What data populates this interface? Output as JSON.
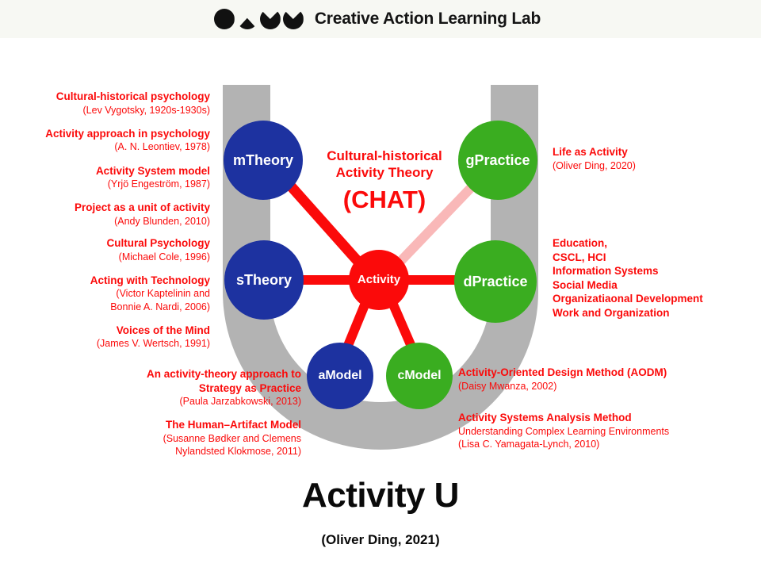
{
  "header": {
    "logo_icon": "call-logo-icon",
    "brand_title": "Creative Action Learning Lab"
  },
  "diagram": {
    "center_label": {
      "line1": "Cultural-historical",
      "line2": "Activity Theory",
      "acronym": "(CHAT)"
    },
    "nodes": [
      {
        "id": "mTheory",
        "label": "mTheory",
        "color": "#1d32a0"
      },
      {
        "id": "gPractice",
        "label": "gPractice",
        "color": "#3aad20"
      },
      {
        "id": "sTheory",
        "label": "sTheory",
        "color": "#1d32a0"
      },
      {
        "id": "dPractice",
        "label": "dPractice",
        "color": "#3aad20"
      },
      {
        "id": "Activity",
        "label": "Activity",
        "color": "#fb0a0a"
      },
      {
        "id": "aModel",
        "label": "aModel",
        "color": "#1d32a0"
      },
      {
        "id": "cModel",
        "label": "cModel",
        "color": "#3aad20"
      }
    ],
    "u_shape_color": "#b3b3b3",
    "connector_color": "#fb0a0a",
    "faded_connector_color": "#f9b8b8"
  },
  "notes": {
    "left_top": [
      {
        "title": "Cultural-historical psychology",
        "source": "(Lev Vygotsky, 1920s-1930s)"
      },
      {
        "title": "Activity approach in psychology",
        "source": "(A. N. Leontiev, 1978)"
      },
      {
        "title": "Activity System model",
        "source": "(Yrjö Engeström, 1987)"
      },
      {
        "title": "Project as a unit of activity",
        "source": "(Andy Blunden, 2010)"
      }
    ],
    "left_mid": [
      {
        "title": "Cultural Psychology",
        "source": "(Michael Cole, 1996)"
      },
      {
        "title": "Acting with Technology",
        "source": "(Victor Kaptelinin and\nBonnie A. Nardi, 2006)"
      },
      {
        "title": "Voices of the Mind",
        "source": "(James V. Wertsch, 1991)"
      }
    ],
    "left_bottom": [
      {
        "title": "An activity-theory approach to\nStrategy as Practice",
        "source": "(Paula  Jarzabkowski, 2013)"
      },
      {
        "title": "The Human–Artifact Model",
        "source": "(Susanne Bødker and Clemens\nNylandsted Klokmose, 2011)"
      }
    ],
    "right_top": [
      {
        "title": "Life as Activity",
        "source": "(Oliver Ding, 2020)"
      }
    ],
    "right_mid_lines": [
      "Education,",
      "CSCL, HCI",
      "Information Systems",
      "Social Media",
      "Organizatiaonal Development",
      "Work and Organization"
    ],
    "right_bottom_1": {
      "title": "Activity-Oriented Design Method (AODM)",
      "source": "(Daisy Mwanza, 2002)"
    },
    "right_bottom_2": {
      "title": "Activity Systems Analysis Method",
      "subtitle": "Understanding Complex Learning Environments",
      "source": " (Lisa C. Yamagata-Lynch, 2010)"
    }
  },
  "footer": {
    "title": "Activity U",
    "subtitle": "(Oliver Ding, 2021)"
  }
}
